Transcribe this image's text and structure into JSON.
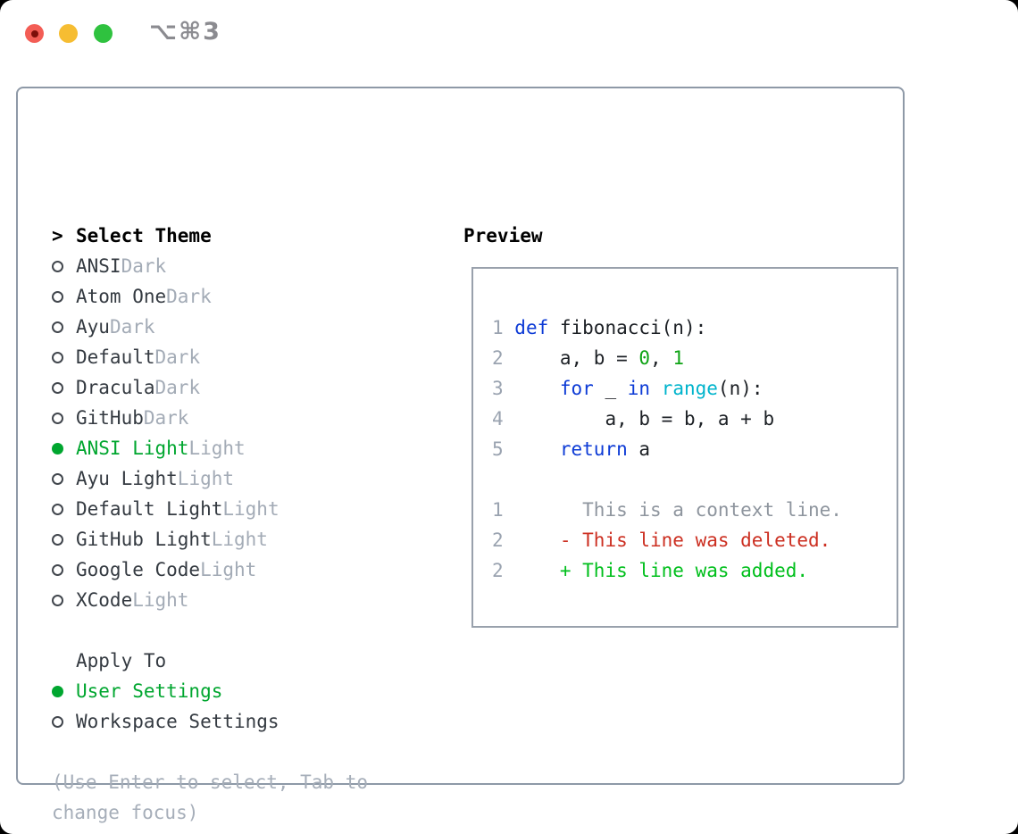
{
  "window": {
    "shortcut": "⌥⌘3",
    "traffic_lights": {
      "close": "#f35d55",
      "close_inner_dot": "#7d0f0a",
      "minimize": "#f6bd32",
      "maximize": "#2fc23f"
    }
  },
  "colors": {
    "text": "#343a41",
    "heading": "#000000",
    "muted": "#a3abb6",
    "hint": "#a6aeb9",
    "accent_green": "#00a62f",
    "line_number": "#9aa3b0",
    "panel_border": "#8e99a7",
    "preview_border": "#99a1ac",
    "shortcut_gray": "#8b8b90",
    "radio_ring": "#41464d",
    "syntax": {
      "default": "#1c2025",
      "keyword": "#0d3bd6",
      "builtin": "#00b4cc",
      "number": "#0ea314",
      "context": "#8e959e",
      "deleted": "#cc2f21",
      "added": "#00bf1c"
    }
  },
  "theme_panel": {
    "cursor": ">",
    "title": "Select Theme",
    "items": [
      {
        "name": "ANSI",
        "variant": "Dark",
        "selected": false
      },
      {
        "name": "Atom One",
        "variant": "Dark",
        "selected": false
      },
      {
        "name": "Ayu",
        "variant": "Dark",
        "selected": false
      },
      {
        "name": "Default",
        "variant": "Dark",
        "selected": false
      },
      {
        "name": "Dracula",
        "variant": "Dark",
        "selected": false
      },
      {
        "name": "GitHub",
        "variant": "Dark",
        "selected": false
      },
      {
        "name": "ANSI Light",
        "variant": "Light",
        "selected": true
      },
      {
        "name": "Ayu Light",
        "variant": "Light",
        "selected": false
      },
      {
        "name": "Default Light",
        "variant": "Light",
        "selected": false
      },
      {
        "name": "GitHub Light",
        "variant": "Light",
        "selected": false
      },
      {
        "name": "Google Code",
        "variant": "Light",
        "selected": false
      },
      {
        "name": "XCode",
        "variant": "Light",
        "selected": false
      }
    ],
    "apply_to": {
      "title": "Apply To",
      "options": [
        {
          "name": "User Settings",
          "selected": true
        },
        {
          "name": "Workspace Settings",
          "selected": false
        }
      ]
    },
    "hint": "(Use Enter to select, Tab to change focus)"
  },
  "preview": {
    "title": "Preview",
    "lines": [
      {
        "num": "1",
        "tokens": [
          [
            "def",
            "keyword"
          ],
          [
            " fibonacci(n):",
            "default"
          ]
        ]
      },
      {
        "num": "2",
        "tokens": [
          [
            "    a, b = ",
            "default"
          ],
          [
            "0",
            "number"
          ],
          [
            ", ",
            "default"
          ],
          [
            "1",
            "number"
          ]
        ]
      },
      {
        "num": "3",
        "tokens": [
          [
            "    ",
            "default"
          ],
          [
            "for",
            "keyword"
          ],
          [
            " _ ",
            "default"
          ],
          [
            "in",
            "keyword"
          ],
          [
            " ",
            "default"
          ],
          [
            "range",
            "builtin"
          ],
          [
            "(n):",
            "default"
          ]
        ]
      },
      {
        "num": "4",
        "tokens": [
          [
            "        a, b = b, a + b",
            "default"
          ]
        ]
      },
      {
        "num": "5",
        "tokens": [
          [
            "    ",
            "default"
          ],
          [
            "return",
            "keyword"
          ],
          [
            " a",
            "default"
          ]
        ]
      },
      {
        "num": "",
        "tokens": []
      },
      {
        "num": "1",
        "tokens": [
          [
            "      This is a context line.",
            "context"
          ]
        ]
      },
      {
        "num": "2",
        "tokens": [
          [
            "    - This line was deleted.",
            "deleted"
          ]
        ]
      },
      {
        "num": "2",
        "tokens": [
          [
            "    + This line was added.",
            "added"
          ]
        ]
      }
    ]
  }
}
